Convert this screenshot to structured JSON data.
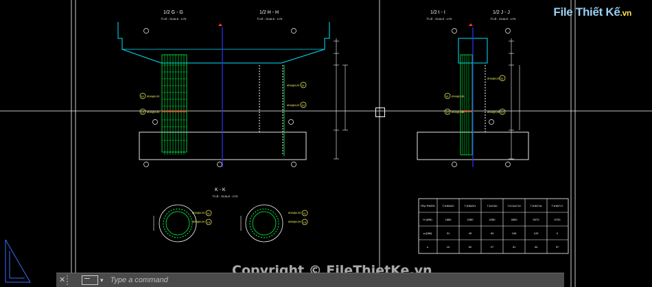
{
  "watermark": {
    "logo_main": "File Thiết Kế",
    "logo_tld": ".vn",
    "copyright": "Copyright © FileThietKe.vn"
  },
  "drawing": {
    "sections": {
      "gg_title": "1/2 G - G",
      "hh_title": "1/2 H - H",
      "ii_title": "1/2 I - I",
      "jj_title": "1/2 J - J",
      "kk_title": "K - K",
      "scale_note": "TỈ LỆ - SCALE : 1/75"
    },
    "rebar_labels": {
      "r11": "Ø16@120",
      "r12": "Ø16@120",
      "r13": "Ø28@120",
      "c11": "11",
      "c12": "12",
      "c13": "13"
    },
    "table": {
      "headers": [
        "TRỤ PIERS",
        "T1HB222",
        "T1HB221",
        "T1HC00",
        "T1C2A719",
        "T1HB716",
        "T1HB717"
      ],
      "rows": [
        {
          "label": "H (MM)",
          "cells": [
            "1880",
            "2480",
            "4280",
            "4800",
            "5070",
            "5700"
          ]
        },
        {
          "label": "a (MM)",
          "cells": [
            "31",
            "49",
            "63",
            "106",
            "120",
            "0"
          ]
        },
        {
          "label": "n",
          "cells": [
            "10",
            "52",
            "27",
            "31",
            "34",
            "37"
          ]
        }
      ]
    }
  },
  "command_line": {
    "placeholder": "Type a command"
  },
  "colors": {
    "background": "#000000",
    "pier_outline": "#00e5ff",
    "rebar": "#00ff44",
    "center_line": "#3333ff",
    "dimension": "#ffffff",
    "annotation": "#ffff66",
    "highlight": "#ff3300"
  }
}
